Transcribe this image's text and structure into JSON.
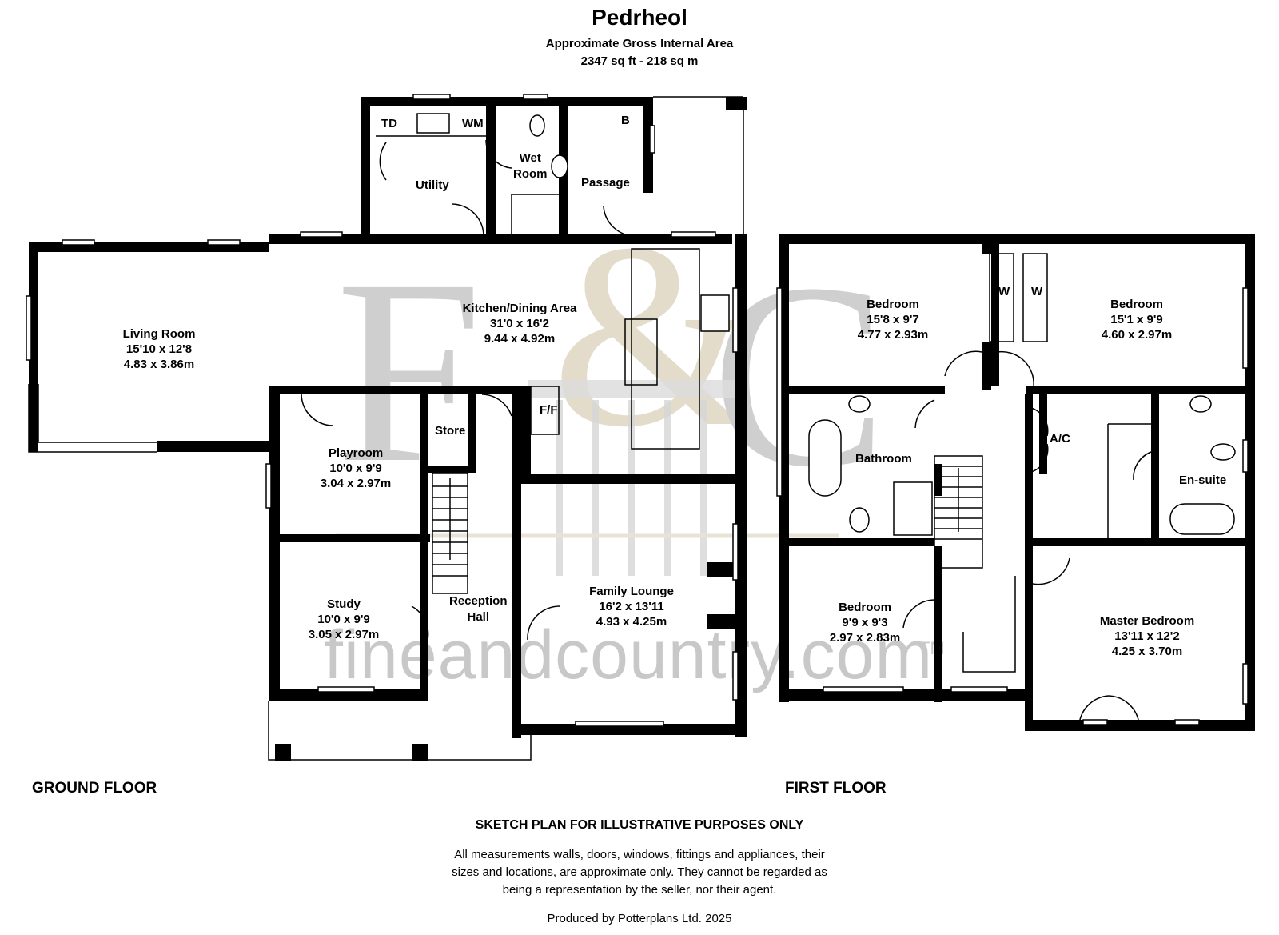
{
  "title": "Pedrheol",
  "subtitle": "Approximate Gross Internal Area",
  "area": "2347 sq ft - 218 sq m",
  "floors": {
    "ground": "GROUND FLOOR",
    "first": "FIRST FLOOR"
  },
  "rooms": {
    "living": {
      "name": "Living Room",
      "imperial": "15'10 x 12'8",
      "metric": "4.83 x 3.86m"
    },
    "kitchen": {
      "name": "Kitchen/Dining Area",
      "imperial": "31'0 x 16'2",
      "metric": "9.44 x 4.92m"
    },
    "playroom": {
      "name": "Playroom",
      "imperial": "10'0 x 9'9",
      "metric": "3.04 x 2.97m"
    },
    "study": {
      "name": "Study",
      "imperial": "10'0 x 9'9",
      "metric": "3.05 x 2.97m"
    },
    "family": {
      "name": "Family Lounge",
      "imperial": "16'2 x 13'11",
      "metric": "4.93 x 4.25m"
    },
    "bedroom1": {
      "name": "Bedroom",
      "imperial": "15'8 x 9'7",
      "metric": "4.77 x 2.93m"
    },
    "bedroom2": {
      "name": "Bedroom",
      "imperial": "15'1 x 9'9",
      "metric": "4.60 x 2.97m"
    },
    "bedroom3": {
      "name": "Bedroom",
      "imperial": "9'9 x 9'3",
      "metric": "2.97 x 2.83m"
    },
    "master": {
      "name": "Master Bedroom",
      "imperial": "13'11 x 12'2",
      "metric": "4.25 x 3.70m"
    }
  },
  "labels": {
    "utility": "Utility",
    "wet_line1": "Wet",
    "wet_line2": "Room",
    "passage": "Passage",
    "store": "Store",
    "reception_line1": "Reception",
    "reception_line2": "Hall",
    "bathroom": "Bathroom",
    "ensuite": "En-suite",
    "td": "TD",
    "wm": "WM",
    "boiler": "B",
    "ff": "F/F",
    "w1": "W",
    "w2": "W",
    "ac": "A/C"
  },
  "watermark": {
    "text": "fineandcountry.com",
    "tm": "TM",
    "letter_f": "F",
    "letter_amp": "&",
    "letter_c": "C"
  },
  "disclaimer": {
    "heading": "SKETCH PLAN FOR ILLUSTRATIVE PURPOSES ONLY",
    "line1": "All measurements walls, doors, windows, fittings and appliances, their",
    "line2": "sizes and locations, are approximate only. They cannot be regarded as",
    "line3": "being a representation by the seller, nor their agent."
  },
  "produced_by": "Produced by Potterplans Ltd. 2025"
}
